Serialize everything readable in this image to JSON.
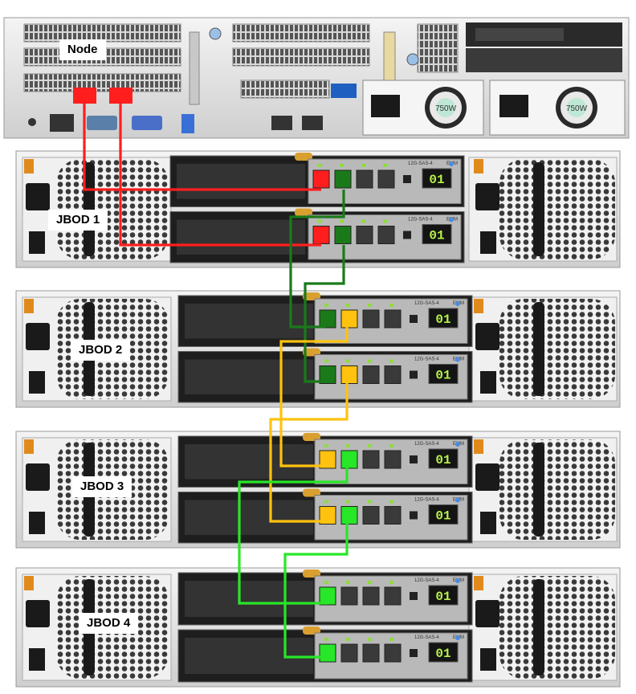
{
  "labels": {
    "node": "Node",
    "jbod1": "JBOD 1",
    "jbod2": "JBOD 2",
    "jbod3": "JBOD 3",
    "jbod4": "JBOD 4"
  },
  "psu": {
    "rating": "750W"
  },
  "emm": {
    "display": "01",
    "model": "12G-SAS-4",
    "tag": "EMM"
  },
  "colors": {
    "node_to_jbod1": "#ff1e1e",
    "jbod1_to_jbod2": "#1a7a1a",
    "jbod2_to_jbod3": "#ffc20e",
    "jbod3_to_jbod4": "#28e628",
    "chassis": "#e6e6e6",
    "module": "#2b2b2b"
  },
  "icons": [
    "power-inlet-icon",
    "power-switch-icon",
    "fan-grille-icon",
    "sas-port-icon",
    "seven-segment-display-icon"
  ]
}
